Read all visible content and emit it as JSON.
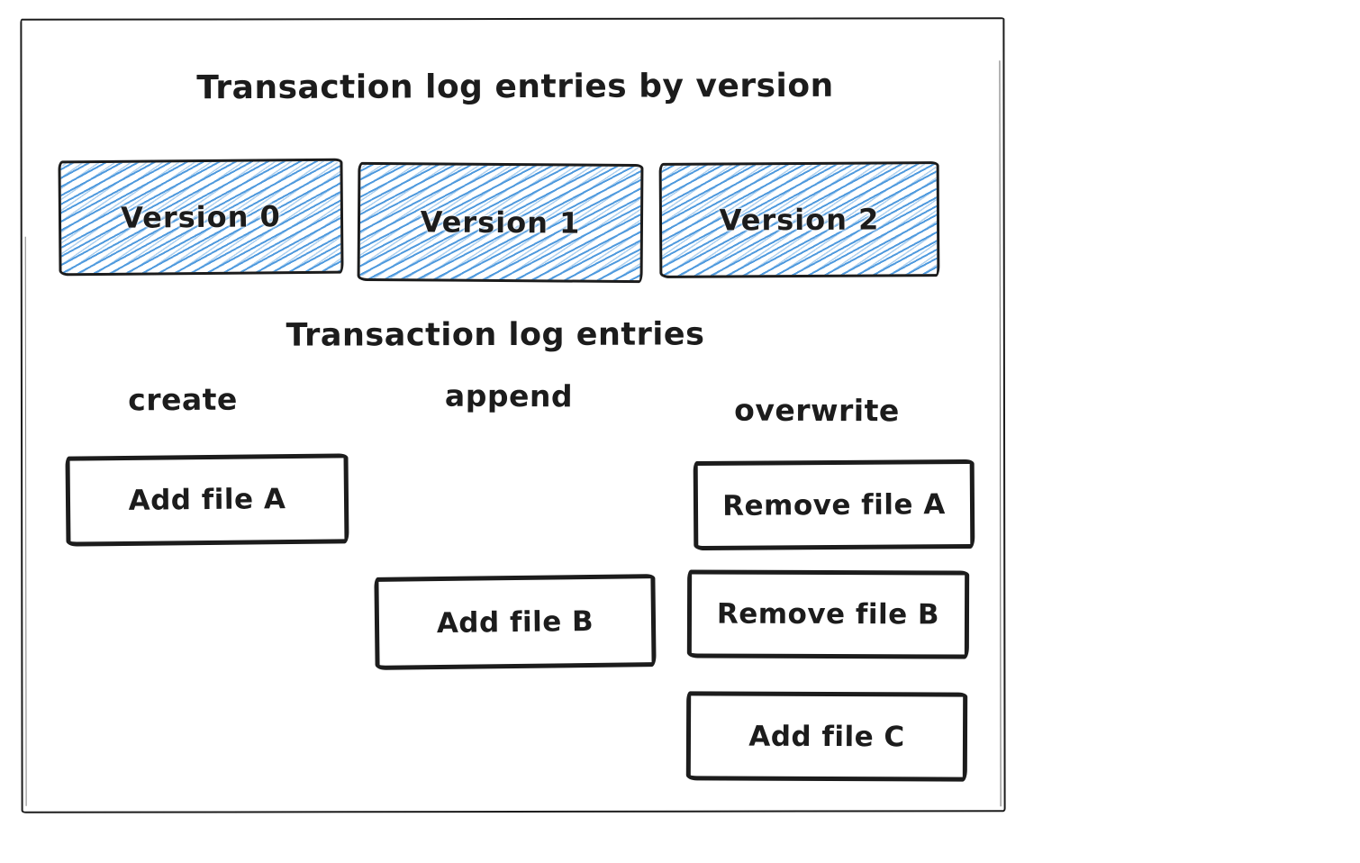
{
  "colors": {
    "stroke": "#1c1c1c",
    "hatch_blue": "#4f9ade",
    "background": "#ffffff"
  },
  "title": "Transaction log entries by version",
  "versions": [
    {
      "label": "Version 0"
    },
    {
      "label": "Version 1"
    },
    {
      "label": "Version 2"
    }
  ],
  "log": {
    "subtitle": "Transaction log entries",
    "columns": {
      "create": "create",
      "append": "append",
      "overwrite": "overwrite"
    },
    "entries": {
      "add_file_a": "Add file A",
      "add_file_b": "Add file B",
      "remove_file_a": "Remove file A",
      "remove_file_b": "Remove file B",
      "add_file_c": "Add file C"
    }
  }
}
